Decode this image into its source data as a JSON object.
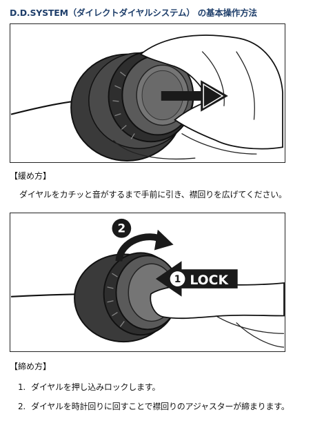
{
  "title": "D.D.SYSTEM（ダイレクトダイヤルシステム） の基本操作方法",
  "loosen": {
    "heading": "【緩め方】",
    "instruction": "ダイヤルをカチッと音がするまで手前に引き、襟回りを広げてください。"
  },
  "tighten": {
    "heading": "【締め方】",
    "steps": [
      {
        "number": "1.",
        "text": "ダイヤルを押し込みロックします。"
      },
      {
        "number": "2.",
        "text": "ダイヤルを時計回りに回すことで襟回りのアジャスターが締まります。"
      }
    ]
  },
  "figure2": {
    "rotate_step_number": "2",
    "push_step_number": "1",
    "lock_label": "LOCK"
  },
  "colors": {
    "title": "#1f3f6b",
    "ink": "#111111",
    "dial_shell": "#3a3a3a",
    "dial_face": "#5a5a5a",
    "dial_knob": "#757575"
  },
  "icons": {
    "figure1_arrow": "arrow-right-icon",
    "figure2_rotate": "clockwise-rotate-arrow-icon",
    "figure2_push": "arrow-left-icon"
  }
}
